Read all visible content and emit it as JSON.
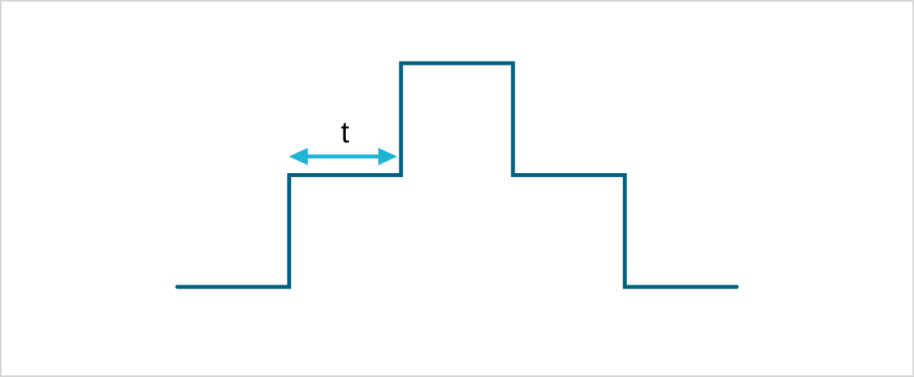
{
  "diagram": {
    "colors": {
      "waveform": "#00607f",
      "arrow": "#21b3d3",
      "border": "#d4d4d4",
      "background": "#ffffff",
      "label": "#000000"
    },
    "waveform": {
      "levels": [
        0,
        1,
        2,
        1,
        0
      ]
    },
    "duration_label": "t"
  }
}
